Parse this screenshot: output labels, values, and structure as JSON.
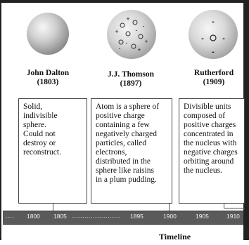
{
  "models": [
    {
      "name": "John Dalton",
      "year": "(1803)",
      "description": [
        "Solid,",
        "indivisible",
        "sphere.",
        "Could not",
        "destroy or",
        "reconstruct."
      ]
    },
    {
      "name": "J.J. Thomson",
      "year": "(1897)",
      "description": [
        "Atom is a sphere of",
        "positive charge",
        "containing a few",
        "negatively charged",
        "particles, called",
        "electrons,",
        "distributed in the",
        "sphere like raisins",
        "in a plum pudding."
      ]
    },
    {
      "name": "Rutherford",
      "year": "(1909)",
      "description": [
        "Divisible units",
        "composed of",
        "positive charges",
        "concentrated in",
        "the nucleus with",
        "negative charges",
        "orbiting around",
        "the nucleus."
      ]
    }
  ],
  "timeline": {
    "title": "Timeline",
    "ticks": [
      "1800",
      "1805",
      "1895",
      "1900",
      "1905",
      "1910"
    ],
    "separator": "......................."
  },
  "thomson_charges": [
    "+",
    "-",
    "+",
    "-",
    "+",
    "-",
    "+",
    "-"
  ],
  "rutherford_charges": [
    "-",
    "-",
    "-",
    "-",
    "+"
  ],
  "colors": {
    "sphere_dark": "#6e6e6e",
    "sphere_light": "#f4f4f4",
    "timeline_bar": "#5a5a5a"
  }
}
